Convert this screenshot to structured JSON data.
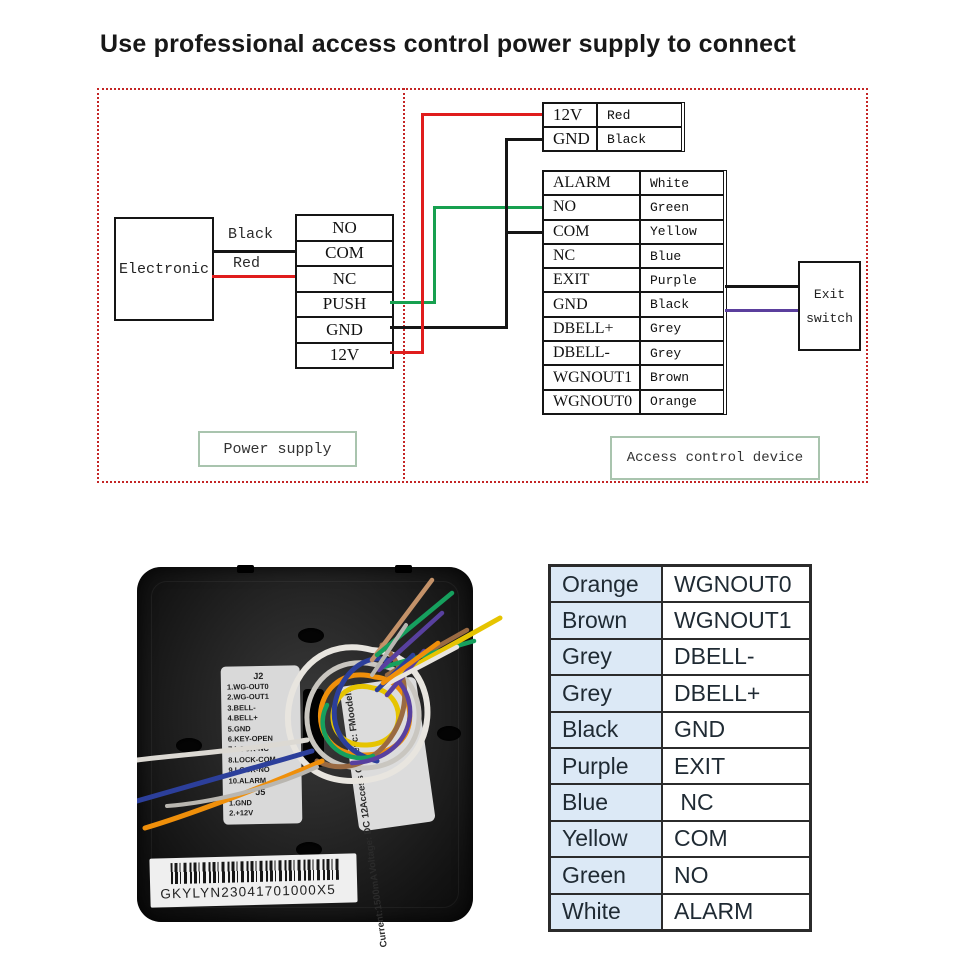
{
  "title": "Use professional access control power supply to connect",
  "diagram": {
    "electronic_label": "Electronic",
    "wire_labels": {
      "black": "Black",
      "red": "Red"
    },
    "power_terminals": [
      "NO",
      "COM",
      "NC",
      "PUSH",
      "GND",
      "12V"
    ],
    "power_supply_label": "Power supply",
    "access_control_label": "Access control device",
    "exit_switch": {
      "line1": "Exit",
      "line2": "switch"
    },
    "power_table": {
      "rows": [
        [
          "12V",
          "Red"
        ],
        [
          "GND",
          "Black"
        ]
      ]
    },
    "device_table": {
      "rows": [
        [
          "ALARM",
          "White"
        ],
        [
          "NO",
          "Green"
        ],
        [
          "COM",
          "Yellow"
        ],
        [
          "NC",
          "Blue"
        ],
        [
          "EXIT",
          "Purple"
        ],
        [
          "GND",
          "Black"
        ],
        [
          "DBELL+",
          "Grey"
        ],
        [
          "DBELL-",
          "Grey"
        ],
        [
          "WGNOUT1",
          "Brown"
        ],
        [
          "WGNOUT0",
          "Orange"
        ]
      ]
    }
  },
  "photo": {
    "j2_label_lines": [
      "J2",
      "1.WG-OUT0",
      "2.WG-OUT1",
      "3.BELL-",
      "4.BELL+",
      "5.GND",
      "6.KEY-OPEN",
      "7.LOCK-NC",
      "8.LOCK-COM",
      "9.LOCK-NO",
      "10.ALARM",
      "J5",
      "1.GND",
      "2.+12V"
    ],
    "spec_label_lines": [
      "Moodel:",
      "Desc: F",
      "Access Co",
      "Voltage: DC 12",
      "Current:1500mA"
    ],
    "barcode_text": "GKYLYN23041701000X5"
  },
  "color_map_table": {
    "rows": [
      [
        "Orange",
        "WGNOUT0"
      ],
      [
        "Brown",
        "WGNOUT1"
      ],
      [
        "Grey",
        "DBELL-"
      ],
      [
        "Grey",
        "DBELL+"
      ],
      [
        "Black",
        "GND"
      ],
      [
        "Purple",
        "EXIT"
      ],
      [
        "Blue",
        " NC"
      ],
      [
        "Yellow",
        "COM"
      ],
      [
        "Green",
        "NO"
      ],
      [
        "White",
        "ALARM"
      ]
    ]
  },
  "colors": {
    "dashed_border": "#c42525",
    "wire_red": "#e01d1d",
    "wire_black": "#151515",
    "wire_green": "#17a04f",
    "wire_purple": "#5b3f9d",
    "label_box_border": "#a9c4ae",
    "table_left_col_bg": "#dce9f6",
    "photo_wires": [
      "#e8e5df",
      "#c9c6c0",
      "#ef8f0a",
      "#e6c400",
      "#2c3f9b",
      "#9a6a42",
      "#16a05e",
      "#58409f"
    ]
  }
}
